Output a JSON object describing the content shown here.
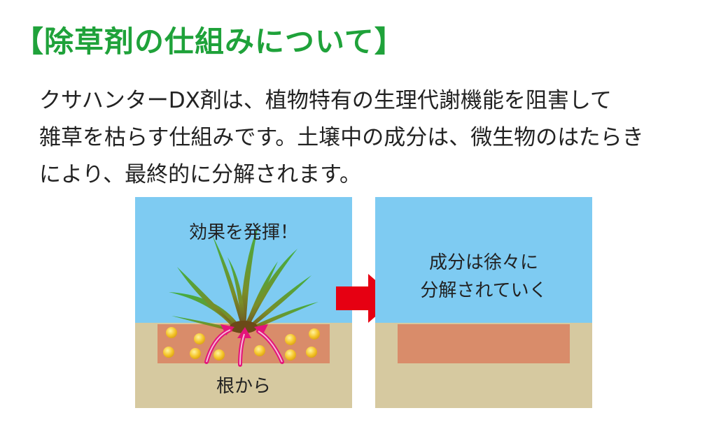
{
  "title": "【除草剤の仕組みについて】",
  "description": [
    "クサハンターDX剤は、植物特有の生理代謝機能を阻害して",
    "雑草を枯らす仕組みです。土壌中の成分は、微生物のはたらき",
    "により、最終的に分解されます。"
  ],
  "left_panel": {
    "top_label": "効果を発揮！",
    "bottom_label": "根から"
  },
  "right_panel": {
    "label_lines": [
      "成分は徐々に",
      "分解されていく"
    ]
  },
  "colors": {
    "title": "#1fa23a",
    "sky": "#7ecbf2",
    "soil": "#d6c9a0",
    "chemical_layer": "#d98c6a",
    "arrow": "#e60012",
    "root_arrows": "#e4147a",
    "granules": "#f5c52a"
  },
  "icons": [
    "weed-plant-icon",
    "right-arrow-icon",
    "granule-dot-icon",
    "upward-arrow-icon"
  ]
}
